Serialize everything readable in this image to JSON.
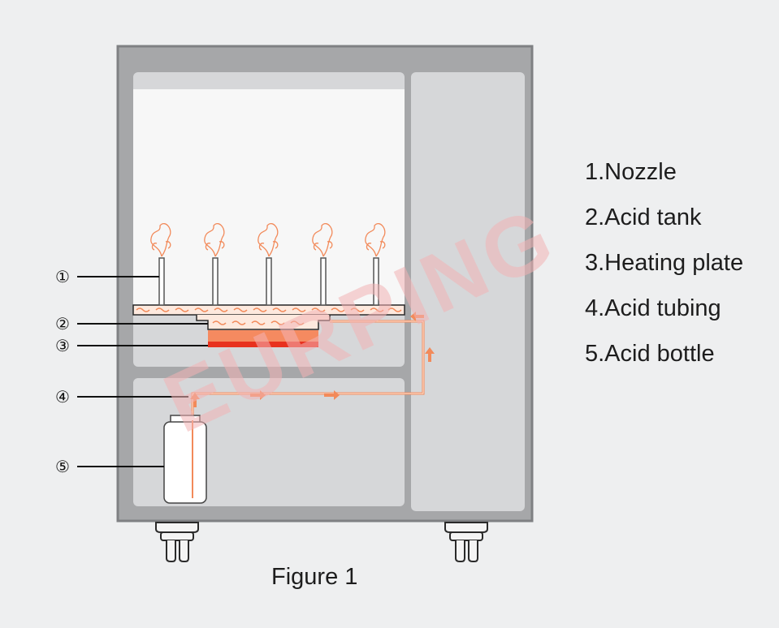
{
  "callouts": [
    "①",
    "②",
    "③",
    "④",
    "⑤"
  ],
  "legend": [
    "1.Nozzle",
    "2.Acid tank",
    "3.Heating plate",
    "4.Acid tubing",
    "5.Acid bottle"
  ],
  "caption": "Figure 1",
  "watermark": "EURPING",
  "colors": {
    "background": "#eeeff0",
    "cabinet_frame": "#a6a7a9",
    "panel": "#d6d7d9",
    "chamber": "#f7f7f7",
    "acid": "#f28a5a",
    "heater": "#e8321e",
    "watermark": "#f3b3b5"
  }
}
